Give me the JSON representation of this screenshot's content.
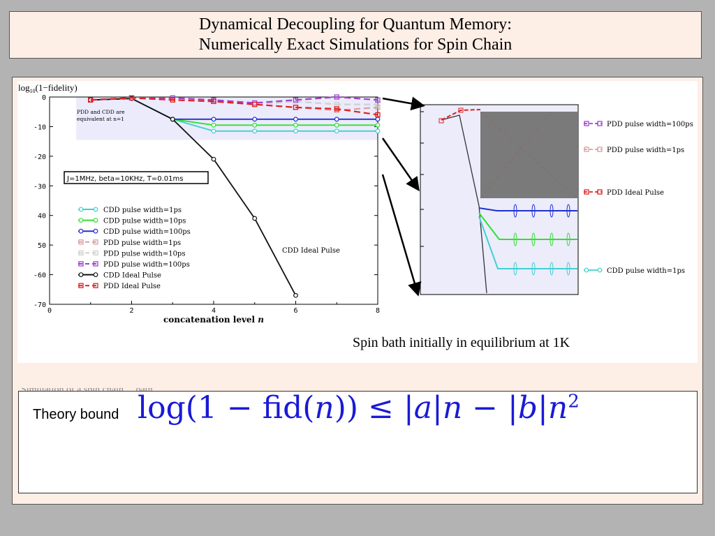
{
  "title": {
    "line1": "Dynamical Decoupling for Quantum Memory:",
    "line2": "Numerically Exact Simulations for Spin Chain"
  },
  "caption": "Spin bath initially in equilibrium at 1K",
  "hidden_text": "Simulation of a spin chain ... bath ... ... ...",
  "theory": {
    "label": "Theory bound",
    "formula_lhs": "log(1 − fid(",
    "formula_n": "n",
    "formula_mid": ")) ≤ |",
    "formula_a": "a",
    "formula_bar": "|",
    "formula_minus": " − |",
    "formula_b": "b",
    "formula_exp": "2"
  },
  "colors": {
    "cdd_1ps": "#40d0d0",
    "cdd_10ps": "#30e030",
    "cdd_100ps": "#2030d0",
    "pdd_1ps": "#d8a0a0",
    "pdd_10ps": "#d0d0d0",
    "pdd_100ps": "#a040d0",
    "cdd_ideal": "#111111",
    "pdd_ideal": "#e02020",
    "formula": "#1a1ad6"
  },
  "chart_data": [
    {
      "type": "line",
      "ylabel_prefix": "log",
      "ylabel_sub": "10",
      "ylabel_suffix": "(1−fidelity)",
      "xlabel": "concatenation level",
      "xlabel_var": "n",
      "xlim": [
        0,
        8
      ],
      "ylim": [
        -70,
        0
      ],
      "xticks": [
        0,
        2,
        4,
        6,
        8
      ],
      "xtick_labels": [
        "0",
        "2",
        "4",
        "6",
        "8"
      ],
      "yticks": [
        0,
        -10,
        -20,
        -30,
        -40,
        -50,
        -60,
        -70
      ],
      "ytick_labels": [
        "0",
        "-10",
        "-20",
        "-30",
        "40",
        "50",
        "-60",
        "-70"
      ],
      "annotation_box": "J=1MHz, beta=10KHz, T=0.01ms",
      "annotation_note_1": "PDD and CDD are",
      "annotation_note_2": "equivalent at n=1",
      "series_label": "CDD Ideal Pulse",
      "legend_position": "bottom-left",
      "series": [
        {
          "name": "CDD pulse width=1ps",
          "x": [
            1,
            2,
            3,
            4,
            5,
            6,
            7,
            8
          ],
          "y": [
            -1,
            -0.5,
            -7.5,
            -11.5,
            -11.5,
            -11.5,
            -11.5,
            -11.5
          ],
          "color": "#40d0d0",
          "style": "solid"
        },
        {
          "name": "CDD pulse width=10ps",
          "x": [
            1,
            2,
            3,
            4,
            5,
            6,
            7,
            8
          ],
          "y": [
            -1,
            -0.5,
            -7.5,
            -9.5,
            -9.5,
            -9.5,
            -9.5,
            -9.5
          ],
          "color": "#30e030",
          "style": "solid"
        },
        {
          "name": "CDD pulse width=100ps",
          "x": [
            1,
            2,
            3,
            4,
            5,
            6,
            7,
            8
          ],
          "y": [
            -1,
            -0.5,
            -7.5,
            -7.5,
            -7.5,
            -7.5,
            -7.5,
            -7.5
          ],
          "color": "#2030d0",
          "style": "solid"
        },
        {
          "name": "PDD pulse width=1ps",
          "x": [
            1,
            2,
            3,
            4,
            5,
            6,
            7,
            8
          ],
          "y": [
            -1,
            -0.3,
            -0.5,
            -1.5,
            -2.5,
            -3.5,
            -4.5,
            -3.5
          ],
          "color": "#d8a0a0",
          "style": "dashed"
        },
        {
          "name": "PDD pulse width=10ps",
          "x": [
            1,
            2,
            3,
            4,
            5,
            6,
            7,
            8
          ],
          "y": [
            -1,
            -0.3,
            -0.5,
            -1.5,
            -2.5,
            -1.5,
            -2.5,
            -2.5
          ],
          "color": "#d0d0d0",
          "style": "dashed"
        },
        {
          "name": "PDD pulse width=100ps",
          "x": [
            1,
            2,
            3,
            4,
            5,
            6,
            7,
            8
          ],
          "y": [
            -1,
            -0.3,
            -0.3,
            -1,
            -2,
            -1,
            0,
            -1
          ],
          "color": "#a040d0",
          "style": "dashed"
        },
        {
          "name": "CDD Ideal Pulse",
          "x": [
            1,
            2,
            3,
            4,
            5,
            6
          ],
          "y": [
            -1,
            -0.5,
            -7.5,
            -21,
            -41,
            -67
          ],
          "color": "#111111",
          "style": "solid"
        },
        {
          "name": "PDD Ideal Pulse",
          "x": [
            1,
            2,
            3,
            4,
            5,
            6,
            7,
            8
          ],
          "y": [
            -1,
            -0.3,
            -1,
            -1.5,
            -2.5,
            -3.5,
            -4,
            -6
          ],
          "color": "#e02020",
          "style": "dashed"
        }
      ]
    },
    {
      "type": "line",
      "title": "",
      "legend_position": "right",
      "series": [
        {
          "name": "PDD pulse width=100ps",
          "color": "#a040d0",
          "style": "dashed"
        },
        {
          "name": "PDD pulse width=1ps",
          "color": "#d8a0a0",
          "style": "dashed"
        },
        {
          "name": "PDD Ideal Pulse",
          "color": "#e02020",
          "style": "dashed"
        },
        {
          "name": "CDD pulse width=1ps",
          "color": "#40d0d0",
          "style": "solid"
        }
      ]
    }
  ]
}
